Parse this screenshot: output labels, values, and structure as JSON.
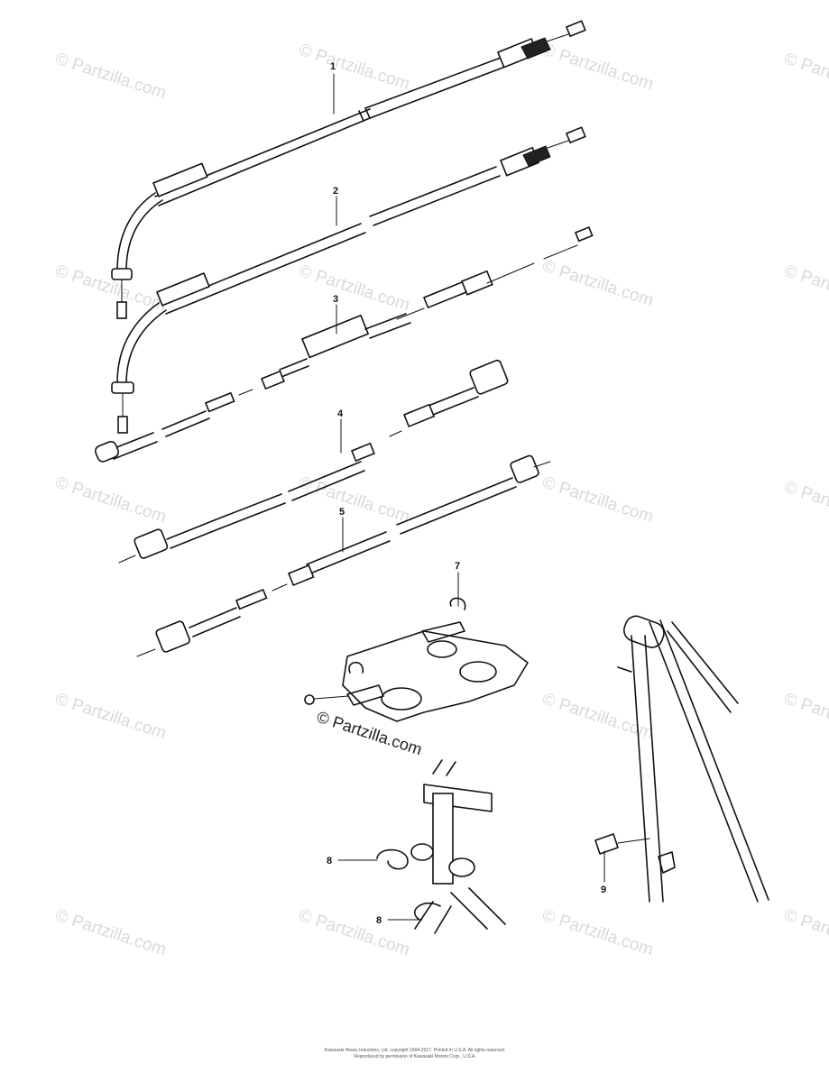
{
  "watermark": "© Partzilla.com",
  "brand_label": "© Partzilla.com",
  "callouts": [
    "1",
    "2",
    "3",
    "4",
    "5",
    "7",
    "8",
    "8",
    "9"
  ],
  "footer": {
    "line1": "Kawasaki Heavy Industries, Ltd. copyright 1994-2017. Printed in U.S.A. All rights reserved.",
    "line2": "Reproduced by permission of Kawasaki Motors Corp., U.S.A."
  },
  "colors": {
    "ink": "#111111",
    "watermark": "#d9d9d9",
    "background": "#ffffff"
  }
}
